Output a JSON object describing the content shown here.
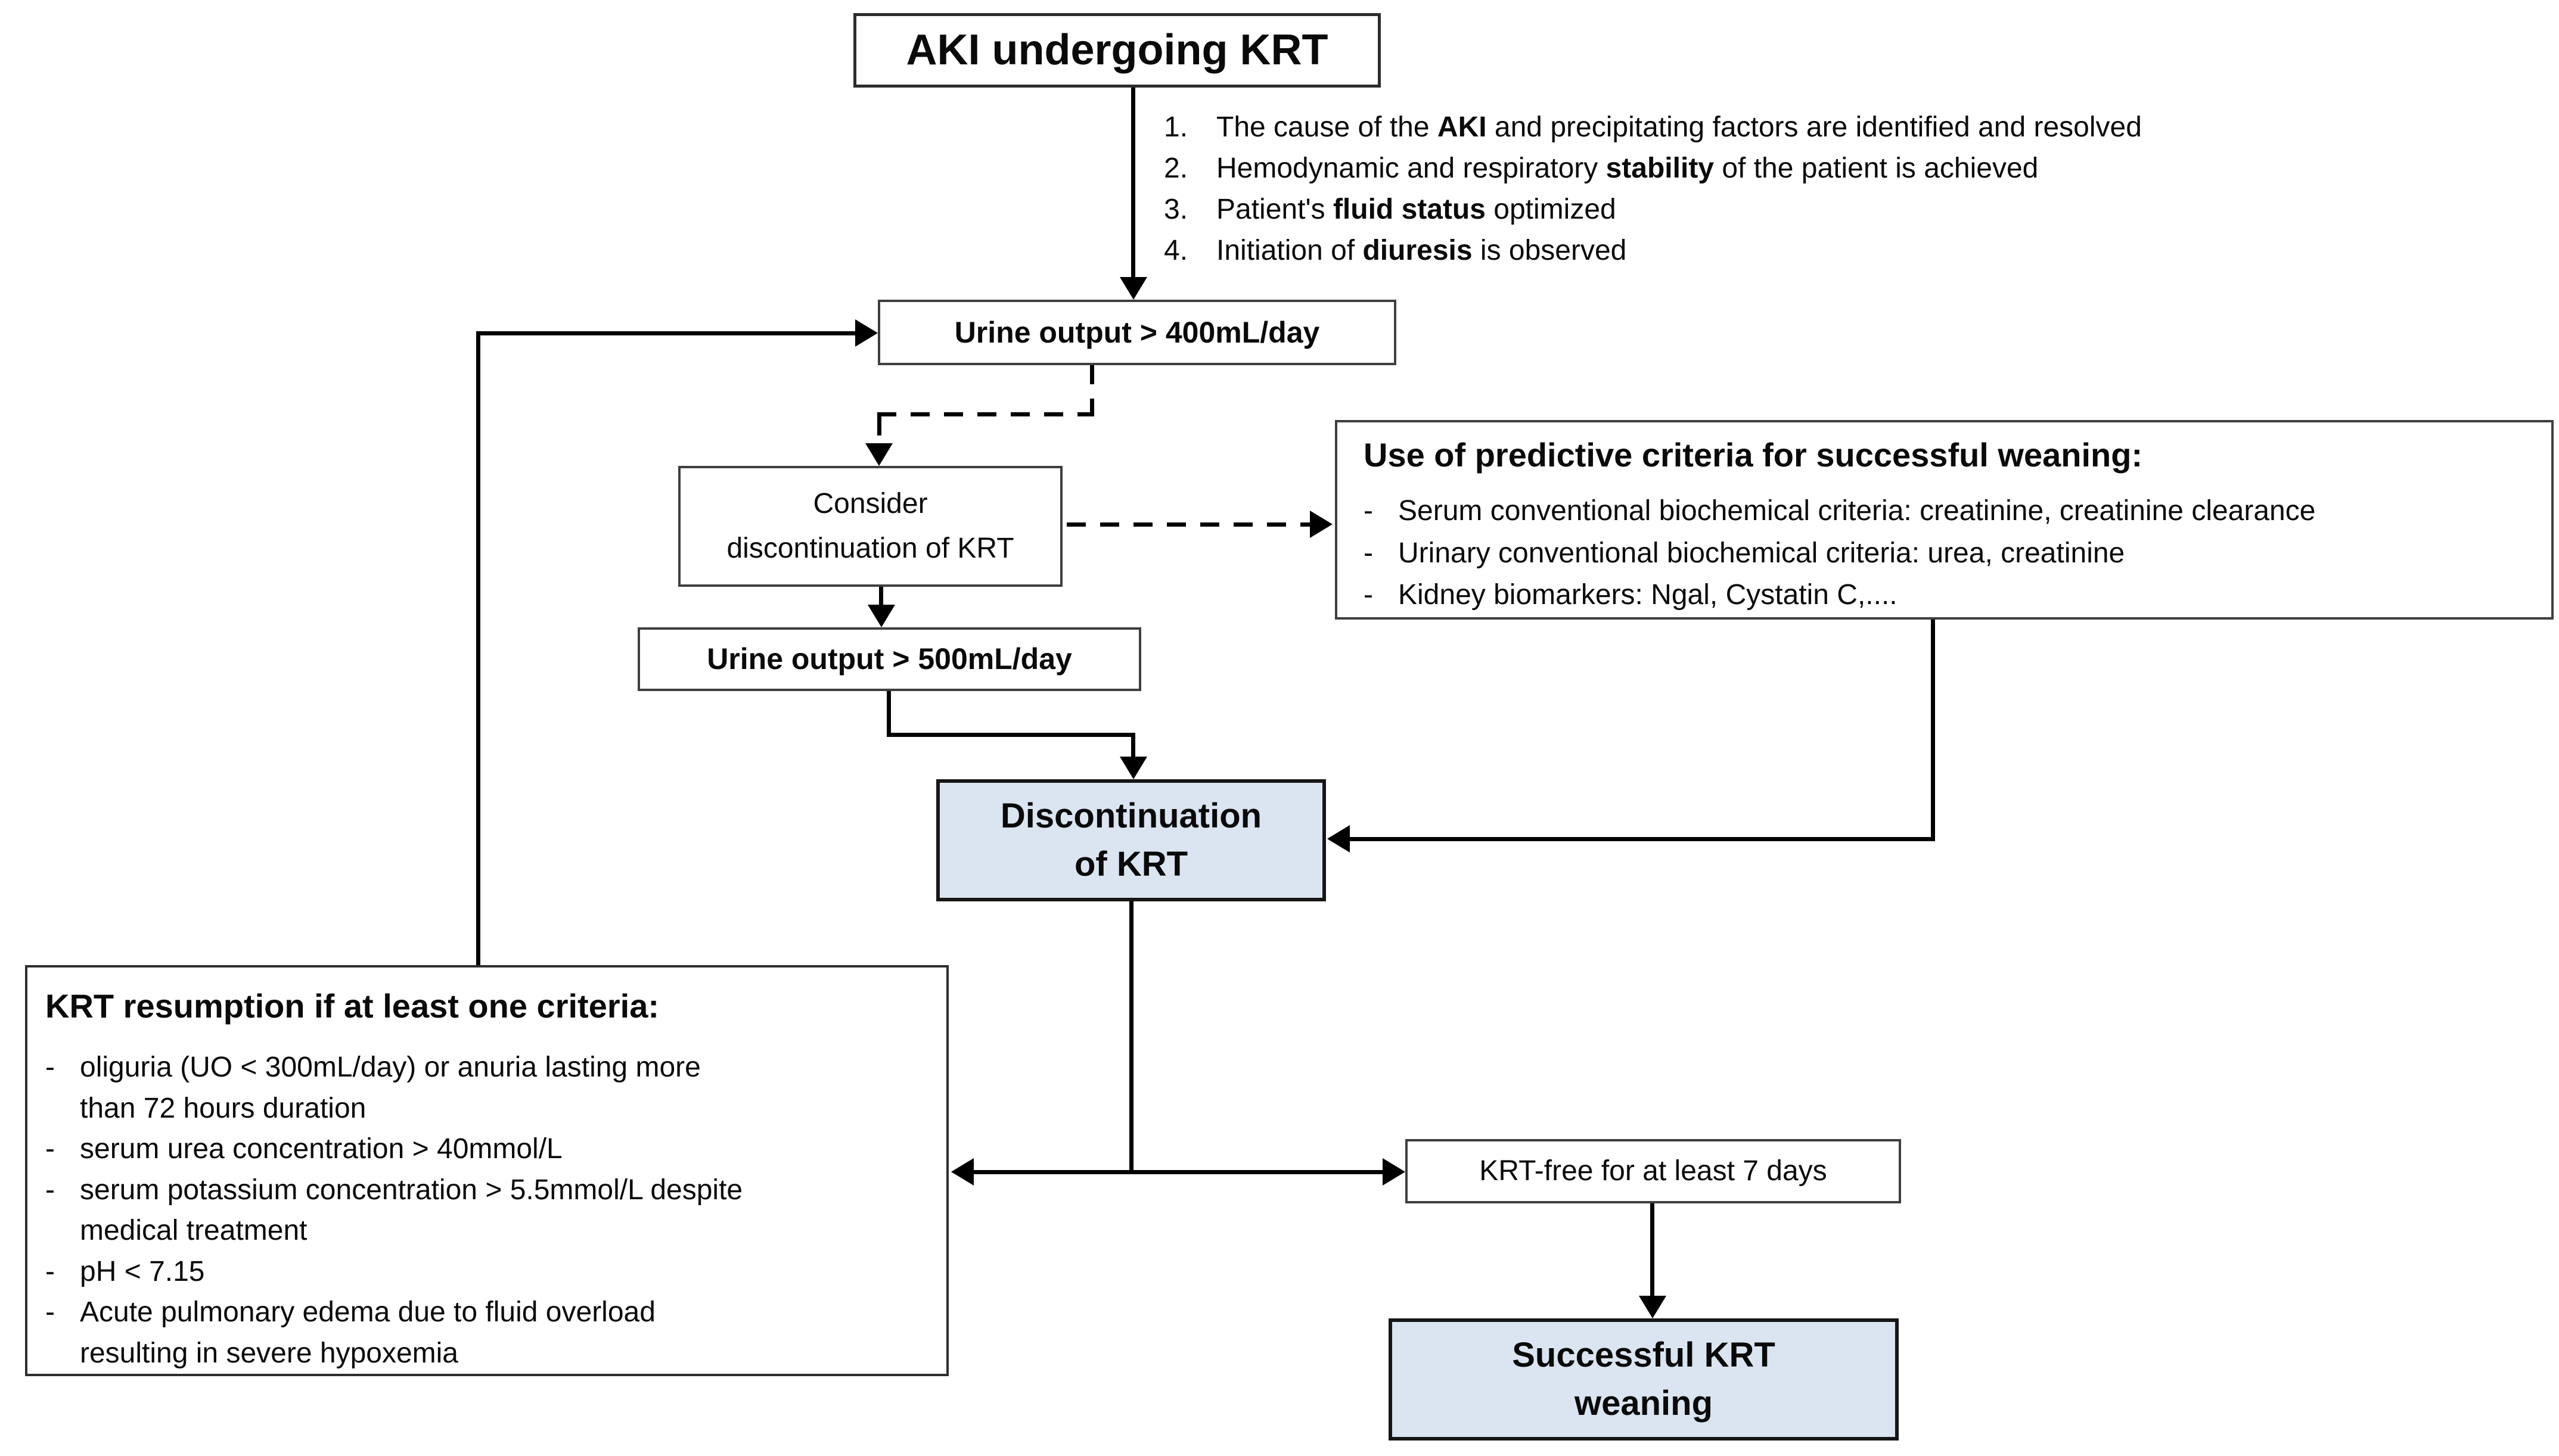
{
  "colors": {
    "background": "#ffffff",
    "node_fill": "#ffffff",
    "highlight_fill": "#dbe5f1",
    "border": "#3f3f3f",
    "line": "#000000",
    "text": "#0a0a0a"
  },
  "nodes": {
    "start": {
      "label": "AKI undergoing KRT"
    },
    "conditions": {
      "items": [
        {
          "num": "1.",
          "segments": [
            {
              "t": "The cause of the ",
              "b": false
            },
            {
              "t": "AKI",
              "b": true
            },
            {
              "t": " and precipitating factors are identified and resolved",
              "b": false
            }
          ]
        },
        {
          "num": "2.",
          "segments": [
            {
              "t": "Hemodynamic and respiratory ",
              "b": false
            },
            {
              "t": "stability",
              "b": true
            },
            {
              "t": " of the patient is achieved",
              "b": false
            }
          ]
        },
        {
          "num": "3.",
          "segments": [
            {
              "t": "Patient's ",
              "b": false
            },
            {
              "t": "fluid status",
              "b": true
            },
            {
              "t": " optimized",
              "b": false
            }
          ]
        },
        {
          "num": "4.",
          "segments": [
            {
              "t": "Initiation of ",
              "b": false
            },
            {
              "t": "diuresis",
              "b": true
            },
            {
              "t": " is observed",
              "b": false
            }
          ]
        }
      ]
    },
    "urine400": {
      "label": "Urine output > 400mL/day"
    },
    "consider": {
      "lines": [
        "Consider",
        "discontinuation of KRT"
      ]
    },
    "predictive": {
      "title": "Use of predictive criteria for successful weaning:",
      "bullet": "-",
      "items": [
        "Serum conventional biochemical criteria: creatinine, creatinine clearance",
        "Urinary conventional biochemical criteria: urea, creatinine",
        "Kidney biomarkers: Ngal, Cystatin C,...."
      ]
    },
    "urine500": {
      "label": "Urine output > 500mL/day"
    },
    "discontinuation": {
      "lines": [
        "Discontinuation",
        "of KRT"
      ]
    },
    "resumption": {
      "title": "KRT resumption if at least one criteria:",
      "items": [
        {
          "b": "-",
          "t": "oliguria (UO < 300mL/day) or anuria lasting more"
        },
        {
          "b": "",
          "t": "than 72 hours duration"
        },
        {
          "b": "-",
          "t": "serum urea concentration > 40mmol/L"
        },
        {
          "b": "-",
          "t": "serum potassium concentration > 5.5mmol/L despite"
        },
        {
          "b": "",
          "t": "medical treatment"
        },
        {
          "b": "-",
          "t": "pH < 7.15"
        },
        {
          "b": "-",
          "t": "Acute pulmonary edema due to fluid overload"
        },
        {
          "b": "",
          "t": "resulting in severe hypoxemia"
        }
      ]
    },
    "krtfree": {
      "label": "KRT-free for at least 7 days"
    },
    "success": {
      "lines": [
        "Successful KRT",
        "weaning"
      ]
    }
  }
}
